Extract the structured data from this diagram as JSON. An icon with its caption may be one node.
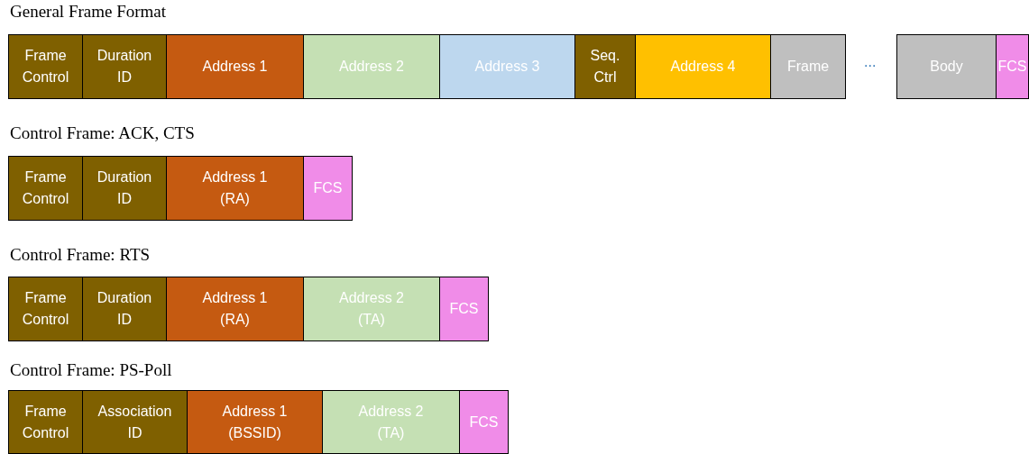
{
  "diagram": {
    "nodes": [
      {
        "text": [
          "Frame Control"
        ]
      },
      {
        "text": [
          "Duration ID"
        ]
      },
      {
        "text": [
          "Address 1"
        ]
      },
      {
        "text": [
          "Address 2"
        ]
      },
      {
        "text": [
          "Address 3"
        ]
      },
      {
        "text": [
          "Seq. Ctrl"
        ]
      },
      {
        "text": [
          "Address 4"
        ]
      },
      {
        "text": [
          "Frame"
        ]
      },
      {
        "text": [
          "Body"
        ]
      },
      {
        "text": [
          "FCS"
        ]
      },
      {
        "text": [
          "Frame Control"
        ]
      },
      {
        "text": [
          "Duration ID"
        ]
      },
      {
        "text": [
          "Address 1 (RA)"
        ]
      },
      {
        "text": [
          "FCS"
        ]
      },
      {
        "text": [
          "Frame Control"
        ]
      },
      {
        "text": [
          "Duration ID"
        ]
      },
      {
        "text": [
          "Address 1 (RA)"
        ]
      },
      {
        "text": [
          "Address 2 (TA)"
        ]
      },
      {
        "text": [
          "FCS"
        ]
      },
      {
        "text": [
          "Frame Control"
        ]
      },
      {
        "text": [
          "Association ID"
        ]
      },
      {
        "text": [
          "Address 1 (BSSID)"
        ]
      },
      {
        "text": [
          "Address 2 (TA)"
        ]
      },
      {
        "text": [
          "FCS"
        ]
      }
    ],
    "labels": [
      "General Frame Format",
      "...",
      "Control Frame: ACK, CTS",
      "Control Frame: RTS",
      "Control Frame: PS-Poll"
    ]
  }
}
